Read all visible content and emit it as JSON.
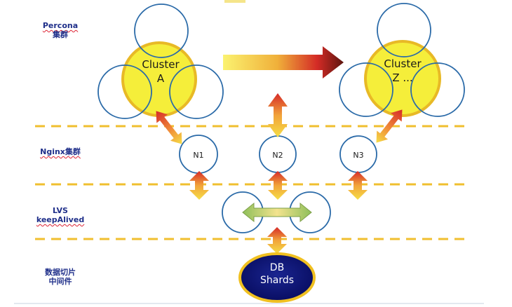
{
  "layers": {
    "percona": {
      "line1": "Percona",
      "line2": "集群"
    },
    "nginx": {
      "line1": "Nginx集群"
    },
    "lvs": {
      "line1": "LVS",
      "line2": "keepAlived"
    },
    "sharding": {
      "line1": "数据切片",
      "line2": "中间件"
    }
  },
  "clusters": {
    "a": {
      "line1": "Cluster",
      "line2": "A"
    },
    "z": {
      "line1": "Cluster",
      "line2": "Z ..."
    }
  },
  "nginx_nodes": [
    "N1",
    "N2",
    "N3"
  ],
  "db": {
    "line1": "DB",
    "line2": "Shards"
  },
  "colors": {
    "circle_stroke": "#2a6aa8",
    "cluster_fill": "#f5ee3a",
    "cluster_ring": "#e8b926",
    "dashed_line": "#f0bf2f",
    "db_fill": "#0b1070",
    "db_ring": "#f0c020",
    "arrow_red": "#d32828",
    "arrow_yellow": "#f6e04a",
    "arrow_dark": "#6e1a14"
  }
}
